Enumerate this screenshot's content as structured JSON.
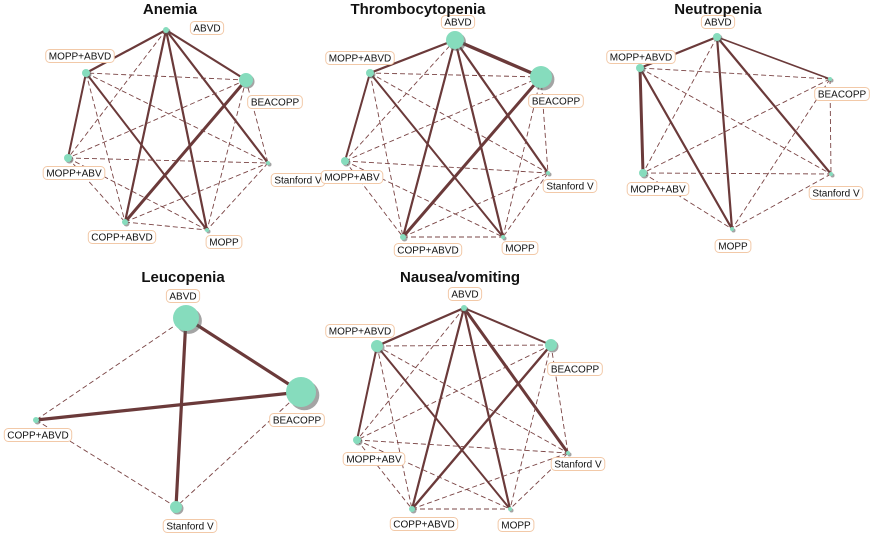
{
  "colors": {
    "node": "#86dcbd",
    "edge": "#6b3a3a",
    "label_border": "#f2c9a8"
  },
  "networks": [
    {
      "id": "anemia",
      "title": "Anemia",
      "nodes": [
        {
          "id": "ABVD",
          "label": "ABVD",
          "r": 3
        },
        {
          "id": "BEACOPP",
          "label": "BEACOPP",
          "r": 7
        },
        {
          "id": "StanfordV",
          "label": "Stanford V",
          "r": 2
        },
        {
          "id": "MOPP",
          "label": "MOPP",
          "r": 2
        },
        {
          "id": "COPPABVD",
          "label": "COPP+ABVD",
          "r": 3
        },
        {
          "id": "MOPPABV",
          "label": "MOPP+ABV",
          "r": 4
        },
        {
          "id": "MOPPABVD",
          "label": "MOPP+ABVD",
          "r": 4
        }
      ],
      "edges": [
        {
          "a": "ABVD",
          "b": "BEACOPP",
          "style": "solid",
          "w": 2.2
        },
        {
          "a": "ABVD",
          "b": "StanfordV",
          "style": "solid",
          "w": 2.2
        },
        {
          "a": "ABVD",
          "b": "MOPP",
          "style": "solid",
          "w": 2.2
        },
        {
          "a": "ABVD",
          "b": "COPPABVD",
          "style": "solid",
          "w": 2.2
        },
        {
          "a": "ABVD",
          "b": "MOPPABVD",
          "style": "solid",
          "w": 2.2
        },
        {
          "a": "ABVD",
          "b": "MOPPABV",
          "style": "dashed"
        },
        {
          "a": "BEACOPP",
          "b": "COPPABVD",
          "style": "solid",
          "w": 3
        },
        {
          "a": "BEACOPP",
          "b": "StanfordV",
          "style": "dashed"
        },
        {
          "a": "BEACOPP",
          "b": "MOPP",
          "style": "dashed"
        },
        {
          "a": "BEACOPP",
          "b": "MOPPABV",
          "style": "dashed"
        },
        {
          "a": "BEACOPP",
          "b": "MOPPABVD",
          "style": "dashed"
        },
        {
          "a": "MOPPABVD",
          "b": "MOPPABV",
          "style": "solid",
          "w": 2
        },
        {
          "a": "MOPPABVD",
          "b": "MOPP",
          "style": "solid",
          "w": 2
        },
        {
          "a": "MOPPABVD",
          "b": "StanfordV",
          "style": "dashed"
        },
        {
          "a": "MOPPABVD",
          "b": "COPPABVD",
          "style": "dashed"
        },
        {
          "a": "MOPPABV",
          "b": "StanfordV",
          "style": "dashed"
        },
        {
          "a": "MOPPABV",
          "b": "MOPP",
          "style": "dashed"
        },
        {
          "a": "MOPPABV",
          "b": "COPPABVD",
          "style": "dashed"
        },
        {
          "a": "COPPABVD",
          "b": "StanfordV",
          "style": "dashed"
        },
        {
          "a": "COPPABVD",
          "b": "MOPP",
          "style": "dashed"
        },
        {
          "a": "StanfordV",
          "b": "MOPP",
          "style": "dashed"
        }
      ]
    },
    {
      "id": "thrombocytopenia",
      "title": "Thrombocytopenia",
      "nodes": [
        {
          "id": "ABVD",
          "label": "ABVD",
          "r": 9
        },
        {
          "id": "BEACOPP",
          "label": "BEACOPP",
          "r": 11
        },
        {
          "id": "StanfordV",
          "label": "Stanford V",
          "r": 2
        },
        {
          "id": "MOPP",
          "label": "MOPP",
          "r": 2
        },
        {
          "id": "COPPABVD",
          "label": "COPP+ABVD",
          "r": 3
        },
        {
          "id": "MOPPABV",
          "label": "MOPP+ABV",
          "r": 4
        },
        {
          "id": "MOPPABVD",
          "label": "MOPP+ABVD",
          "r": 4
        }
      ],
      "edges": [
        {
          "a": "ABVD",
          "b": "BEACOPP",
          "style": "solid",
          "w": 3.4
        },
        {
          "a": "ABVD",
          "b": "StanfordV",
          "style": "solid",
          "w": 2.2
        },
        {
          "a": "ABVD",
          "b": "MOPP",
          "style": "solid",
          "w": 2.2
        },
        {
          "a": "ABVD",
          "b": "COPPABVD",
          "style": "solid",
          "w": 2.2
        },
        {
          "a": "ABVD",
          "b": "MOPPABVD",
          "style": "solid",
          "w": 2.2
        },
        {
          "a": "ABVD",
          "b": "MOPPABV",
          "style": "dashed"
        },
        {
          "a": "BEACOPP",
          "b": "COPPABVD",
          "style": "solid",
          "w": 3
        },
        {
          "a": "BEACOPP",
          "b": "StanfordV",
          "style": "dashed"
        },
        {
          "a": "BEACOPP",
          "b": "MOPP",
          "style": "dashed"
        },
        {
          "a": "BEACOPP",
          "b": "MOPPABV",
          "style": "dashed"
        },
        {
          "a": "BEACOPP",
          "b": "MOPPABVD",
          "style": "dashed"
        },
        {
          "a": "MOPPABVD",
          "b": "MOPPABV",
          "style": "solid",
          "w": 2
        },
        {
          "a": "MOPPABVD",
          "b": "MOPP",
          "style": "solid",
          "w": 2
        },
        {
          "a": "MOPPABVD",
          "b": "StanfordV",
          "style": "dashed"
        },
        {
          "a": "MOPPABVD",
          "b": "COPPABVD",
          "style": "dashed"
        },
        {
          "a": "MOPPABV",
          "b": "StanfordV",
          "style": "dashed"
        },
        {
          "a": "MOPPABV",
          "b": "MOPP",
          "style": "dashed"
        },
        {
          "a": "MOPPABV",
          "b": "COPPABVD",
          "style": "dashed"
        },
        {
          "a": "COPPABVD",
          "b": "StanfordV",
          "style": "dashed"
        },
        {
          "a": "COPPABVD",
          "b": "MOPP",
          "style": "dashed"
        },
        {
          "a": "StanfordV",
          "b": "MOPP",
          "style": "dashed"
        }
      ]
    },
    {
      "id": "neutropenia",
      "title": "Neutropenia",
      "nodes": [
        {
          "id": "ABVD",
          "label": "ABVD",
          "r": 4
        },
        {
          "id": "BEACOPP",
          "label": "BEACOPP",
          "r": 2
        },
        {
          "id": "StanfordV",
          "label": "Stanford V",
          "r": 2
        },
        {
          "id": "MOPP",
          "label": "MOPP",
          "r": 2
        },
        {
          "id": "MOPPABV",
          "label": "MOPP+ABV",
          "r": 4
        },
        {
          "id": "MOPPABVD",
          "label": "MOPP+ABVD",
          "r": 4
        }
      ],
      "edges": [
        {
          "a": "ABVD",
          "b": "BEACOPP",
          "style": "solid",
          "w": 1.6
        },
        {
          "a": "ABVD",
          "b": "StanfordV",
          "style": "solid",
          "w": 2.2
        },
        {
          "a": "ABVD",
          "b": "MOPP",
          "style": "solid",
          "w": 2.2
        },
        {
          "a": "ABVD",
          "b": "MOPPABVD",
          "style": "solid",
          "w": 2.2
        },
        {
          "a": "ABVD",
          "b": "MOPPABV",
          "style": "dashed"
        },
        {
          "a": "BEACOPP",
          "b": "StanfordV",
          "style": "dashed"
        },
        {
          "a": "BEACOPP",
          "b": "MOPP",
          "style": "dashed"
        },
        {
          "a": "BEACOPP",
          "b": "MOPPABV",
          "style": "dashed"
        },
        {
          "a": "BEACOPP",
          "b": "MOPPABVD",
          "style": "dashed"
        },
        {
          "a": "MOPPABVD",
          "b": "MOPPABV",
          "style": "solid",
          "w": 3
        },
        {
          "a": "MOPPABVD",
          "b": "MOPP",
          "style": "solid",
          "w": 2.2
        },
        {
          "a": "MOPPABVD",
          "b": "StanfordV",
          "style": "dashed"
        },
        {
          "a": "MOPPABV",
          "b": "StanfordV",
          "style": "dashed"
        },
        {
          "a": "MOPPABV",
          "b": "MOPP",
          "style": "dashed"
        },
        {
          "a": "StanfordV",
          "b": "MOPP",
          "style": "dashed"
        }
      ]
    },
    {
      "id": "leucopenia",
      "title": "Leucopenia",
      "nodes": [
        {
          "id": "ABVD",
          "label": "ABVD",
          "r": 13
        },
        {
          "id": "BEACOPP",
          "label": "BEACOPP",
          "r": 15
        },
        {
          "id": "StanfordV",
          "label": "Stanford V",
          "r": 6
        },
        {
          "id": "COPPABVD",
          "label": "COPP+ABVD",
          "r": 3
        }
      ],
      "edges": [
        {
          "a": "ABVD",
          "b": "BEACOPP",
          "style": "solid",
          "w": 3.2
        },
        {
          "a": "ABVD",
          "b": "StanfordV",
          "style": "solid",
          "w": 3.2
        },
        {
          "a": "ABVD",
          "b": "COPPABVD",
          "style": "dashed"
        },
        {
          "a": "BEACOPP",
          "b": "COPPABVD",
          "style": "solid",
          "w": 3.2
        },
        {
          "a": "BEACOPP",
          "b": "StanfordV",
          "style": "dashed"
        },
        {
          "a": "COPPABVD",
          "b": "StanfordV",
          "style": "dashed"
        }
      ]
    },
    {
      "id": "nausea",
      "title": "Nausea/vomiting",
      "nodes": [
        {
          "id": "ABVD",
          "label": "ABVD",
          "r": 3
        },
        {
          "id": "BEACOPP",
          "label": "BEACOPP",
          "r": 6
        },
        {
          "id": "StanfordV",
          "label": "Stanford V",
          "r": 2
        },
        {
          "id": "MOPP",
          "label": "MOPP",
          "r": 2
        },
        {
          "id": "COPPABVD",
          "label": "COPP+ABVD",
          "r": 3
        },
        {
          "id": "MOPPABV",
          "label": "MOPP+ABV",
          "r": 4
        },
        {
          "id": "MOPPABVD",
          "label": "MOPP+ABVD",
          "r": 6
        }
      ],
      "edges": [
        {
          "a": "ABVD",
          "b": "BEACOPP",
          "style": "solid",
          "w": 2
        },
        {
          "a": "ABVD",
          "b": "StanfordV",
          "style": "solid",
          "w": 3
        },
        {
          "a": "ABVD",
          "b": "MOPP",
          "style": "solid",
          "w": 2.2
        },
        {
          "a": "ABVD",
          "b": "COPPABVD",
          "style": "solid",
          "w": 2.2
        },
        {
          "a": "ABVD",
          "b": "MOPPABVD",
          "style": "solid",
          "w": 2.2
        },
        {
          "a": "ABVD",
          "b": "MOPPABV",
          "style": "dashed"
        },
        {
          "a": "BEACOPP",
          "b": "COPPABVD",
          "style": "solid",
          "w": 2.4
        },
        {
          "a": "BEACOPP",
          "b": "StanfordV",
          "style": "dashed"
        },
        {
          "a": "BEACOPP",
          "b": "MOPP",
          "style": "dashed"
        },
        {
          "a": "BEACOPP",
          "b": "MOPPABV",
          "style": "dashed"
        },
        {
          "a": "BEACOPP",
          "b": "MOPPABVD",
          "style": "dashed"
        },
        {
          "a": "MOPPABVD",
          "b": "MOPPABV",
          "style": "solid",
          "w": 2
        },
        {
          "a": "MOPPABVD",
          "b": "MOPP",
          "style": "solid",
          "w": 2
        },
        {
          "a": "MOPPABVD",
          "b": "StanfordV",
          "style": "dashed"
        },
        {
          "a": "MOPPABVD",
          "b": "COPPABVD",
          "style": "dashed"
        },
        {
          "a": "MOPPABV",
          "b": "StanfordV",
          "style": "dashed"
        },
        {
          "a": "MOPPABV",
          "b": "MOPP",
          "style": "dashed"
        },
        {
          "a": "MOPPABV",
          "b": "COPPABVD",
          "style": "dashed"
        },
        {
          "a": "COPPABVD",
          "b": "StanfordV",
          "style": "dashed"
        },
        {
          "a": "COPPABVD",
          "b": "MOPP",
          "style": "dashed"
        },
        {
          "a": "StanfordV",
          "b": "MOPP",
          "style": "dashed"
        }
      ]
    }
  ]
}
